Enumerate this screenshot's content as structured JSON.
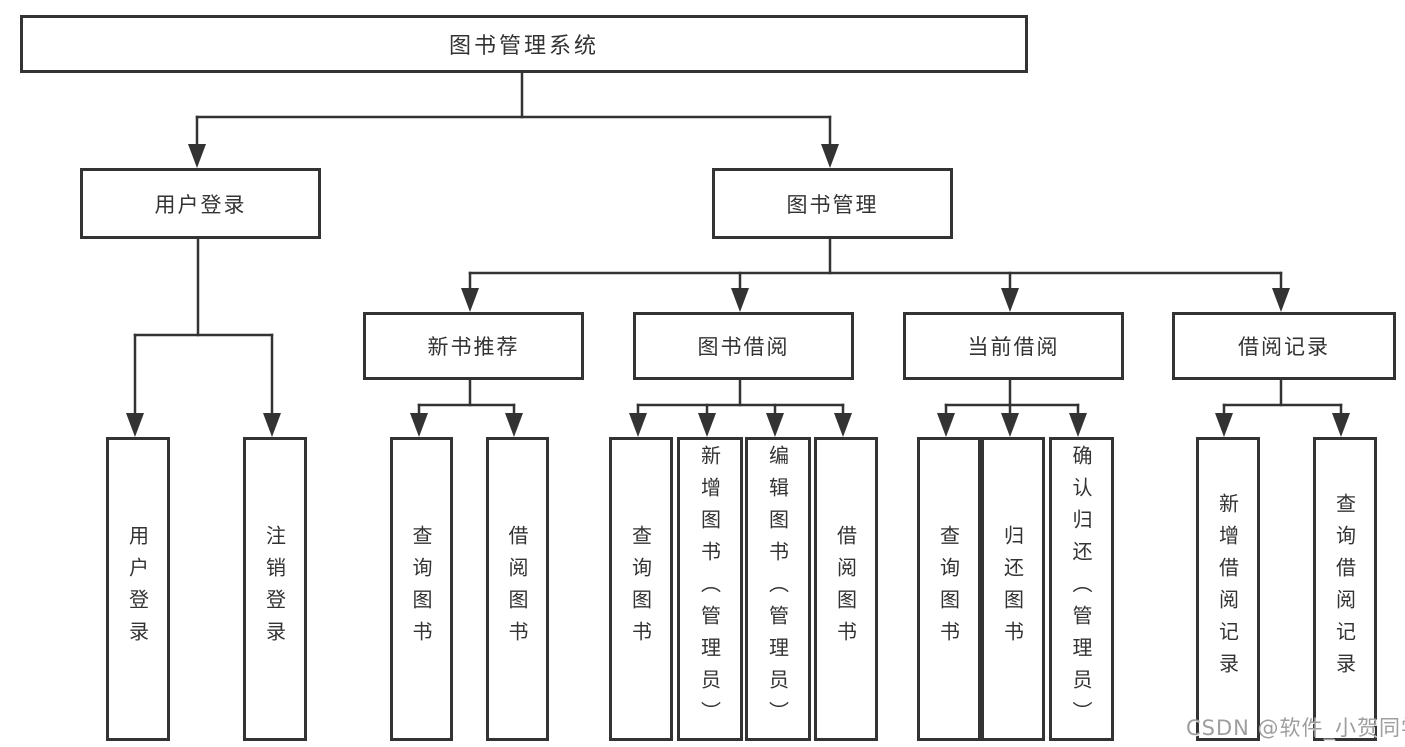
{
  "tree": {
    "root": "图书管理系统",
    "level2": [
      {
        "label": "用户登录"
      },
      {
        "label": "图书管理"
      }
    ],
    "level3": [
      {
        "label": "新书推荐"
      },
      {
        "label": "图书借阅"
      },
      {
        "label": "当前借阅"
      },
      {
        "label": "借阅记录"
      }
    ],
    "leaves": {
      "user": [
        "用户登录",
        "注销登录"
      ],
      "newbook": [
        "查询图书",
        "借阅图书"
      ],
      "borrow": [
        "查询图书",
        "新增图书（管理员）",
        "编辑图书（管理员）",
        "借阅图书"
      ],
      "current": [
        "查询图书",
        "归还图书",
        "确认归还（管理员）"
      ],
      "record": [
        "新增借阅记录",
        "查询借阅记录"
      ]
    }
  },
  "watermark": "CSDN @软件_小贺同学",
  "colors": {
    "line": "#333333",
    "text": "#333333",
    "watermark": "#9e9e9e",
    "background": "#ffffff"
  }
}
